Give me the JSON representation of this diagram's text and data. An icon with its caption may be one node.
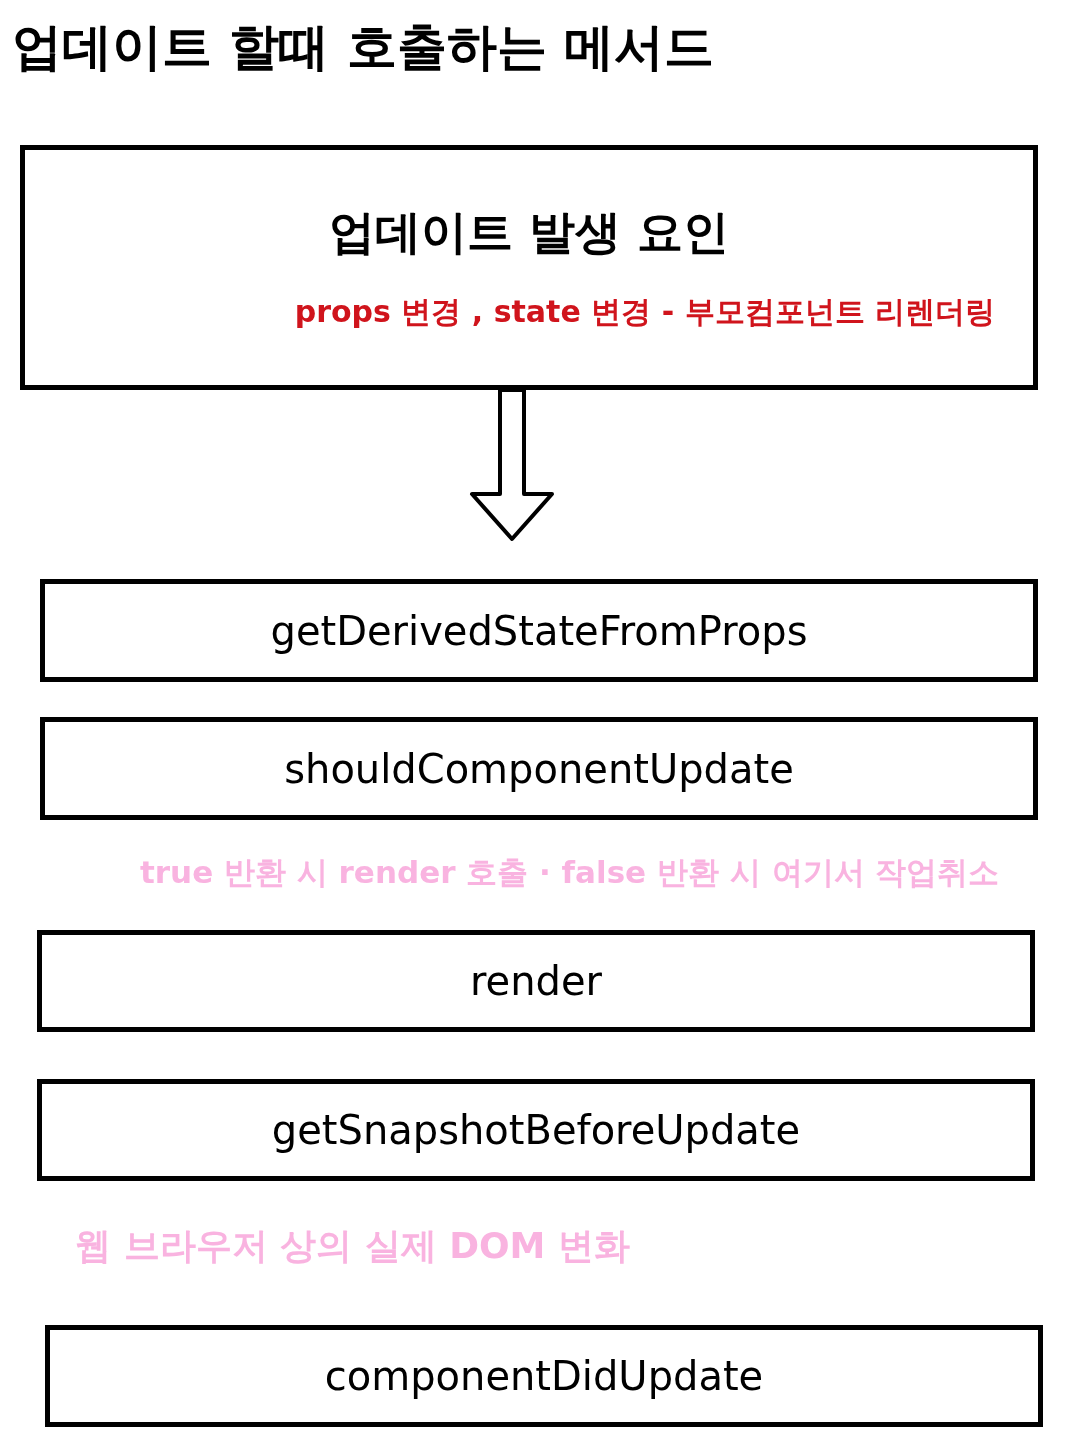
{
  "diagram": {
    "title": "업데이트 할때 호출하는 메서드",
    "nodes": [
      {
        "text": [
          "업데이트 발생 요인",
          "props 변경 , state 변경 - 부모컴포넌트 리렌더링"
        ]
      },
      {
        "text": [
          "getDerivedStateFromProps"
        ]
      },
      {
        "text": [
          "shouldComponentUpdate"
        ]
      },
      {
        "text": [
          "render"
        ]
      },
      {
        "text": [
          "getSnapshotBeforeUpdate"
        ]
      },
      {
        "text": [
          "componentDidUpdate"
        ]
      }
    ],
    "edges": [
      {
        "from": 0,
        "to": 1,
        "arrow": "to"
      }
    ],
    "labels": [
      "true 반환 시 render 호출 · false 반환 시 여기서 작업취소",
      "웹 브라우저 상의 실제 DOM 변화"
    ]
  }
}
